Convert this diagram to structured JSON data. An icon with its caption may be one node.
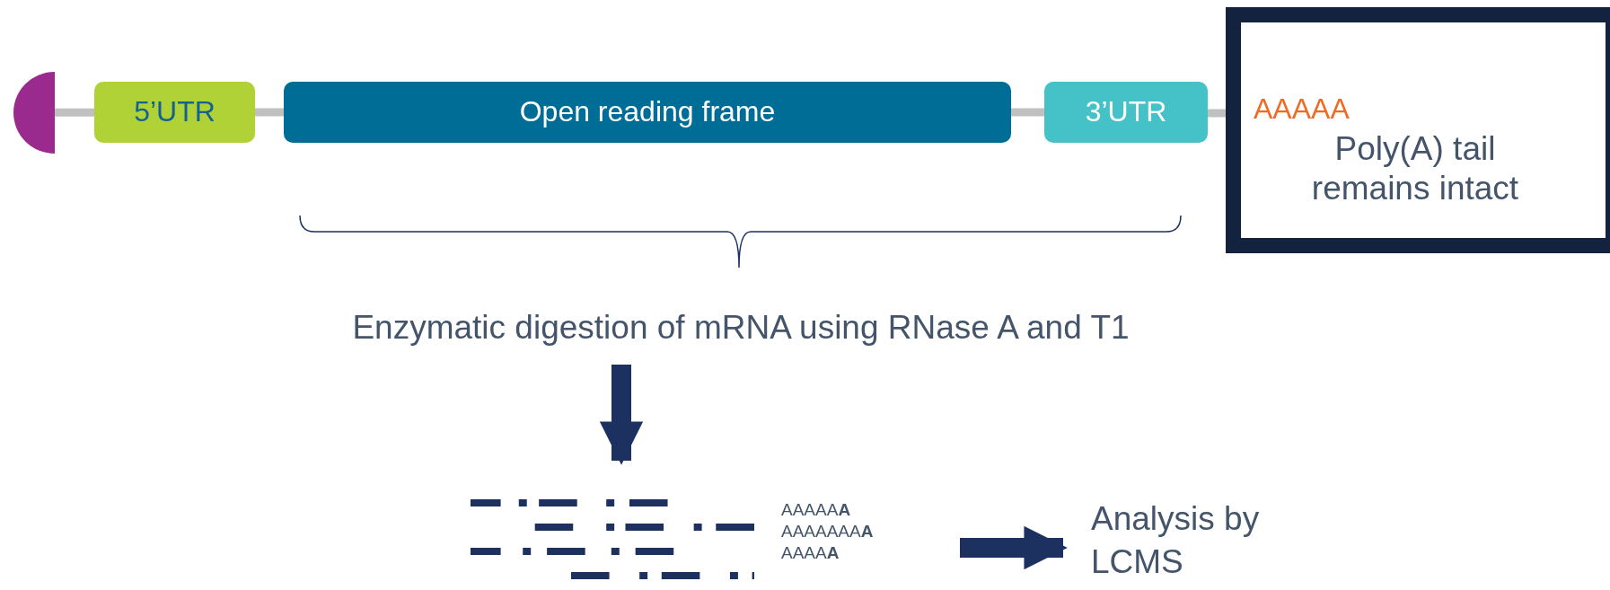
{
  "diagram": {
    "nodes": [
      {
        "text": [],
        "shape": "circle"
      },
      {
        "text": [
          "5’UTR"
        ]
      },
      {
        "text": [
          "Open reading frame"
        ]
      },
      {
        "text": [
          "3’UTR"
        ]
      },
      {
        "text": [
          "AAAAA",
          "Poly(A) tail remains intact"
        ]
      },
      {
        "text": [
          "Enzymatic digestion of mRNA using RNase A and T1"
        ]
      },
      {
        "text": [],
        "shape": "picture",
        "beside": [
          "AAAAA**A**",
          "AAAAAAA**A**",
          "AAAA**A**"
        ]
      },
      {
        "text": [
          "Analysis by LCMS"
        ]
      }
    ],
    "edges": [
      {
        "from": 0,
        "to": 1,
        "arrow": "none"
      },
      {
        "from": 1,
        "to": 2,
        "arrow": "none"
      },
      {
        "from": 2,
        "to": 3,
        "arrow": "none"
      },
      {
        "from": 3,
        "to": 4,
        "arrow": "none"
      },
      {
        "from": 5,
        "to": 6,
        "arrow": "to",
        "style": "thick",
        "color": "#1c3160"
      },
      {
        "from": 6,
        "to": 7,
        "arrow": "to",
        "style": "thick",
        "color": "#1c3160"
      }
    ]
  }
}
